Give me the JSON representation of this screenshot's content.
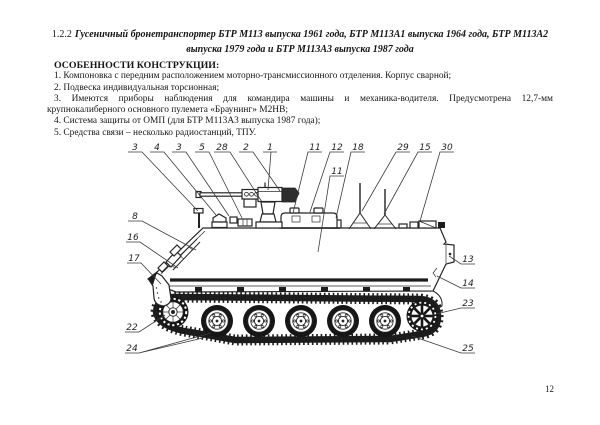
{
  "page": {
    "number": "12"
  },
  "heading": {
    "number": "1.2.2",
    "line1": "Гусеничный бронетранспортер БТР М113 выпуска 1961 года, БТР М113А1 выпуска 1964 года, БТР М113А2",
    "line2": "выпуска 1979 года и БТР М113А3 выпуска 1987 года"
  },
  "features": {
    "title": "ОСОБЕННОСТИ КОНСТРУКЦИИ:",
    "items": [
      {
        "text": "1. Компоновка с передним расположением моторно-трансмиссионного отделения. Корпус сварной;"
      },
      {
        "text": "2. Подвеска индивидуальная торсионная;"
      },
      {
        "line1": "3. Имеются приборы наблюдения для командира машины и механика-водителя. Предусмотрена 12,7-мм",
        "line2": "крупнокалиберного основного пулемета «Браунинг» М2НВ;"
      },
      {
        "text": "4. Система защиты от ОМП (для БТР М113А3 выпуска 1987 года);"
      },
      {
        "text": "5. Средства связи – несколько радиостанций, ТПУ."
      }
    ]
  },
  "diagram": {
    "callouts": [
      {
        "n": "3"
      },
      {
        "n": "4"
      },
      {
        "n": "3"
      },
      {
        "n": "5"
      },
      {
        "n": "28"
      },
      {
        "n": "2"
      },
      {
        "n": "1"
      },
      {
        "n": "11"
      },
      {
        "n": "12"
      },
      {
        "n": "18"
      },
      {
        "n": "29"
      },
      {
        "n": "15"
      },
      {
        "n": "30"
      },
      {
        "n": "11"
      },
      {
        "n": "8"
      },
      {
        "n": "16"
      },
      {
        "n": "17"
      },
      {
        "n": "22"
      },
      {
        "n": "24"
      },
      {
        "n": "13"
      },
      {
        "n": "14"
      },
      {
        "n": "23"
      },
      {
        "n": "25"
      }
    ]
  }
}
